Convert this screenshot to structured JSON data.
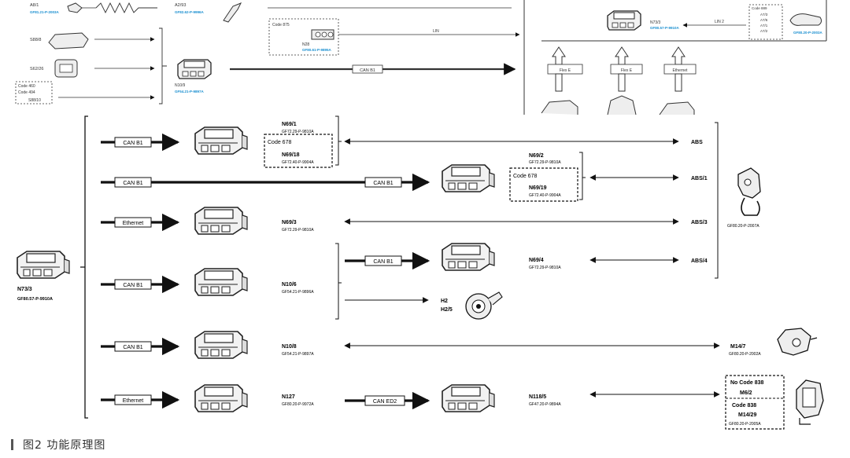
{
  "caption": "图2   功能原理图",
  "top": {
    "a8_1": "A8/1",
    "a8_1_part": "GF81.21-P-2003A",
    "a2_93": "A2/93",
    "a2_93_part": "GF82.62-P-9996A",
    "s88_8": "S88/8",
    "s62_26": "S62/26",
    "code_460": "Code 460",
    "code_494": "Code 494",
    "s88_10": "S88/10",
    "code_875": "Code 875",
    "n28": "N28",
    "n28_part": "GF80.61-P-9895A",
    "lin": "LIN",
    "n10_9": "N10/9",
    "n10_9_part": "GF54.21-P-9897A",
    "can_b1": "CAN B1",
    "n73_3": "N73/3",
    "n73_3_part": "GF80.57-P-9910A",
    "lin2": "LIN 2",
    "code_889": "Code 889",
    "a7_3": "A7/3",
    "a7_6": "A7/6",
    "a7_1": "A7/1",
    "a7_2": "A7/2",
    "a7_part": "GF80.20-P-2003A",
    "flexe": "Flex E",
    "flexe2": "Flex E",
    "ethernet": "Ethernet"
  },
  "main": {
    "left_module": "N73/3",
    "left_module_part": "GF80.57-P-9910A",
    "rows": [
      {
        "bus": "CAN B1"
      },
      {
        "bus": "CAN B1"
      },
      {
        "bus": "Ethernet"
      },
      {
        "bus": "CAN B1"
      },
      {
        "bus": "CAN B1"
      },
      {
        "bus": "Ethernet"
      }
    ],
    "n69_1": "N69/1",
    "n69_1_part": "GF72.29-P-9810A",
    "code_678": "Code 678",
    "n69_18": "N69/18",
    "n69_18_part": "GF72.40-P-9904A",
    "abs": "ABS",
    "n69_2": "N69/2",
    "n69_2_part": "GF72.29-P-9810A",
    "can_b1_mid": "CAN B1",
    "code_678b": "Code 678",
    "n69_19": "N69/19",
    "n69_19_part": "GF72.40-P-9904A",
    "abs_1": "ABS/1",
    "n69_3": "N69/3",
    "n69_3_part": "GF72.29-P-9810A",
    "abs_3": "ABS/3",
    "right_lock_part": "GF80.20-P-2007A",
    "can_b1_n69_4": "CAN B1",
    "n69_4": "N69/4",
    "n69_4_part": "GF72.29-P-9810A",
    "abs_4": "ABS/4",
    "n10_6": "N10/6",
    "n10_6_part": "GF54.21-P-9896A",
    "h2": "H2",
    "h2_5": "H2/5",
    "n10_8": "N10/8",
    "n10_8_part": "GF54.21-P-9897A",
    "m14_7": "M14/7",
    "m14_7_part": "GF80.20-P-2002A",
    "n127": "N127",
    "n127_part": "GF80.20-P-9972A",
    "can_ed2": "CAN ED2",
    "n118_5": "N118/5",
    "n118_5_part": "GF47.20-P-9894A",
    "no_code_838": "No Code 838",
    "m6_2": "M6/2",
    "code_838": "Code 838",
    "m14_29": "M14/29",
    "m14_29_part": "GF80.20-P-2005A"
  },
  "colors": {
    "line": "#111111",
    "part_blue": "#1a8fd0"
  }
}
